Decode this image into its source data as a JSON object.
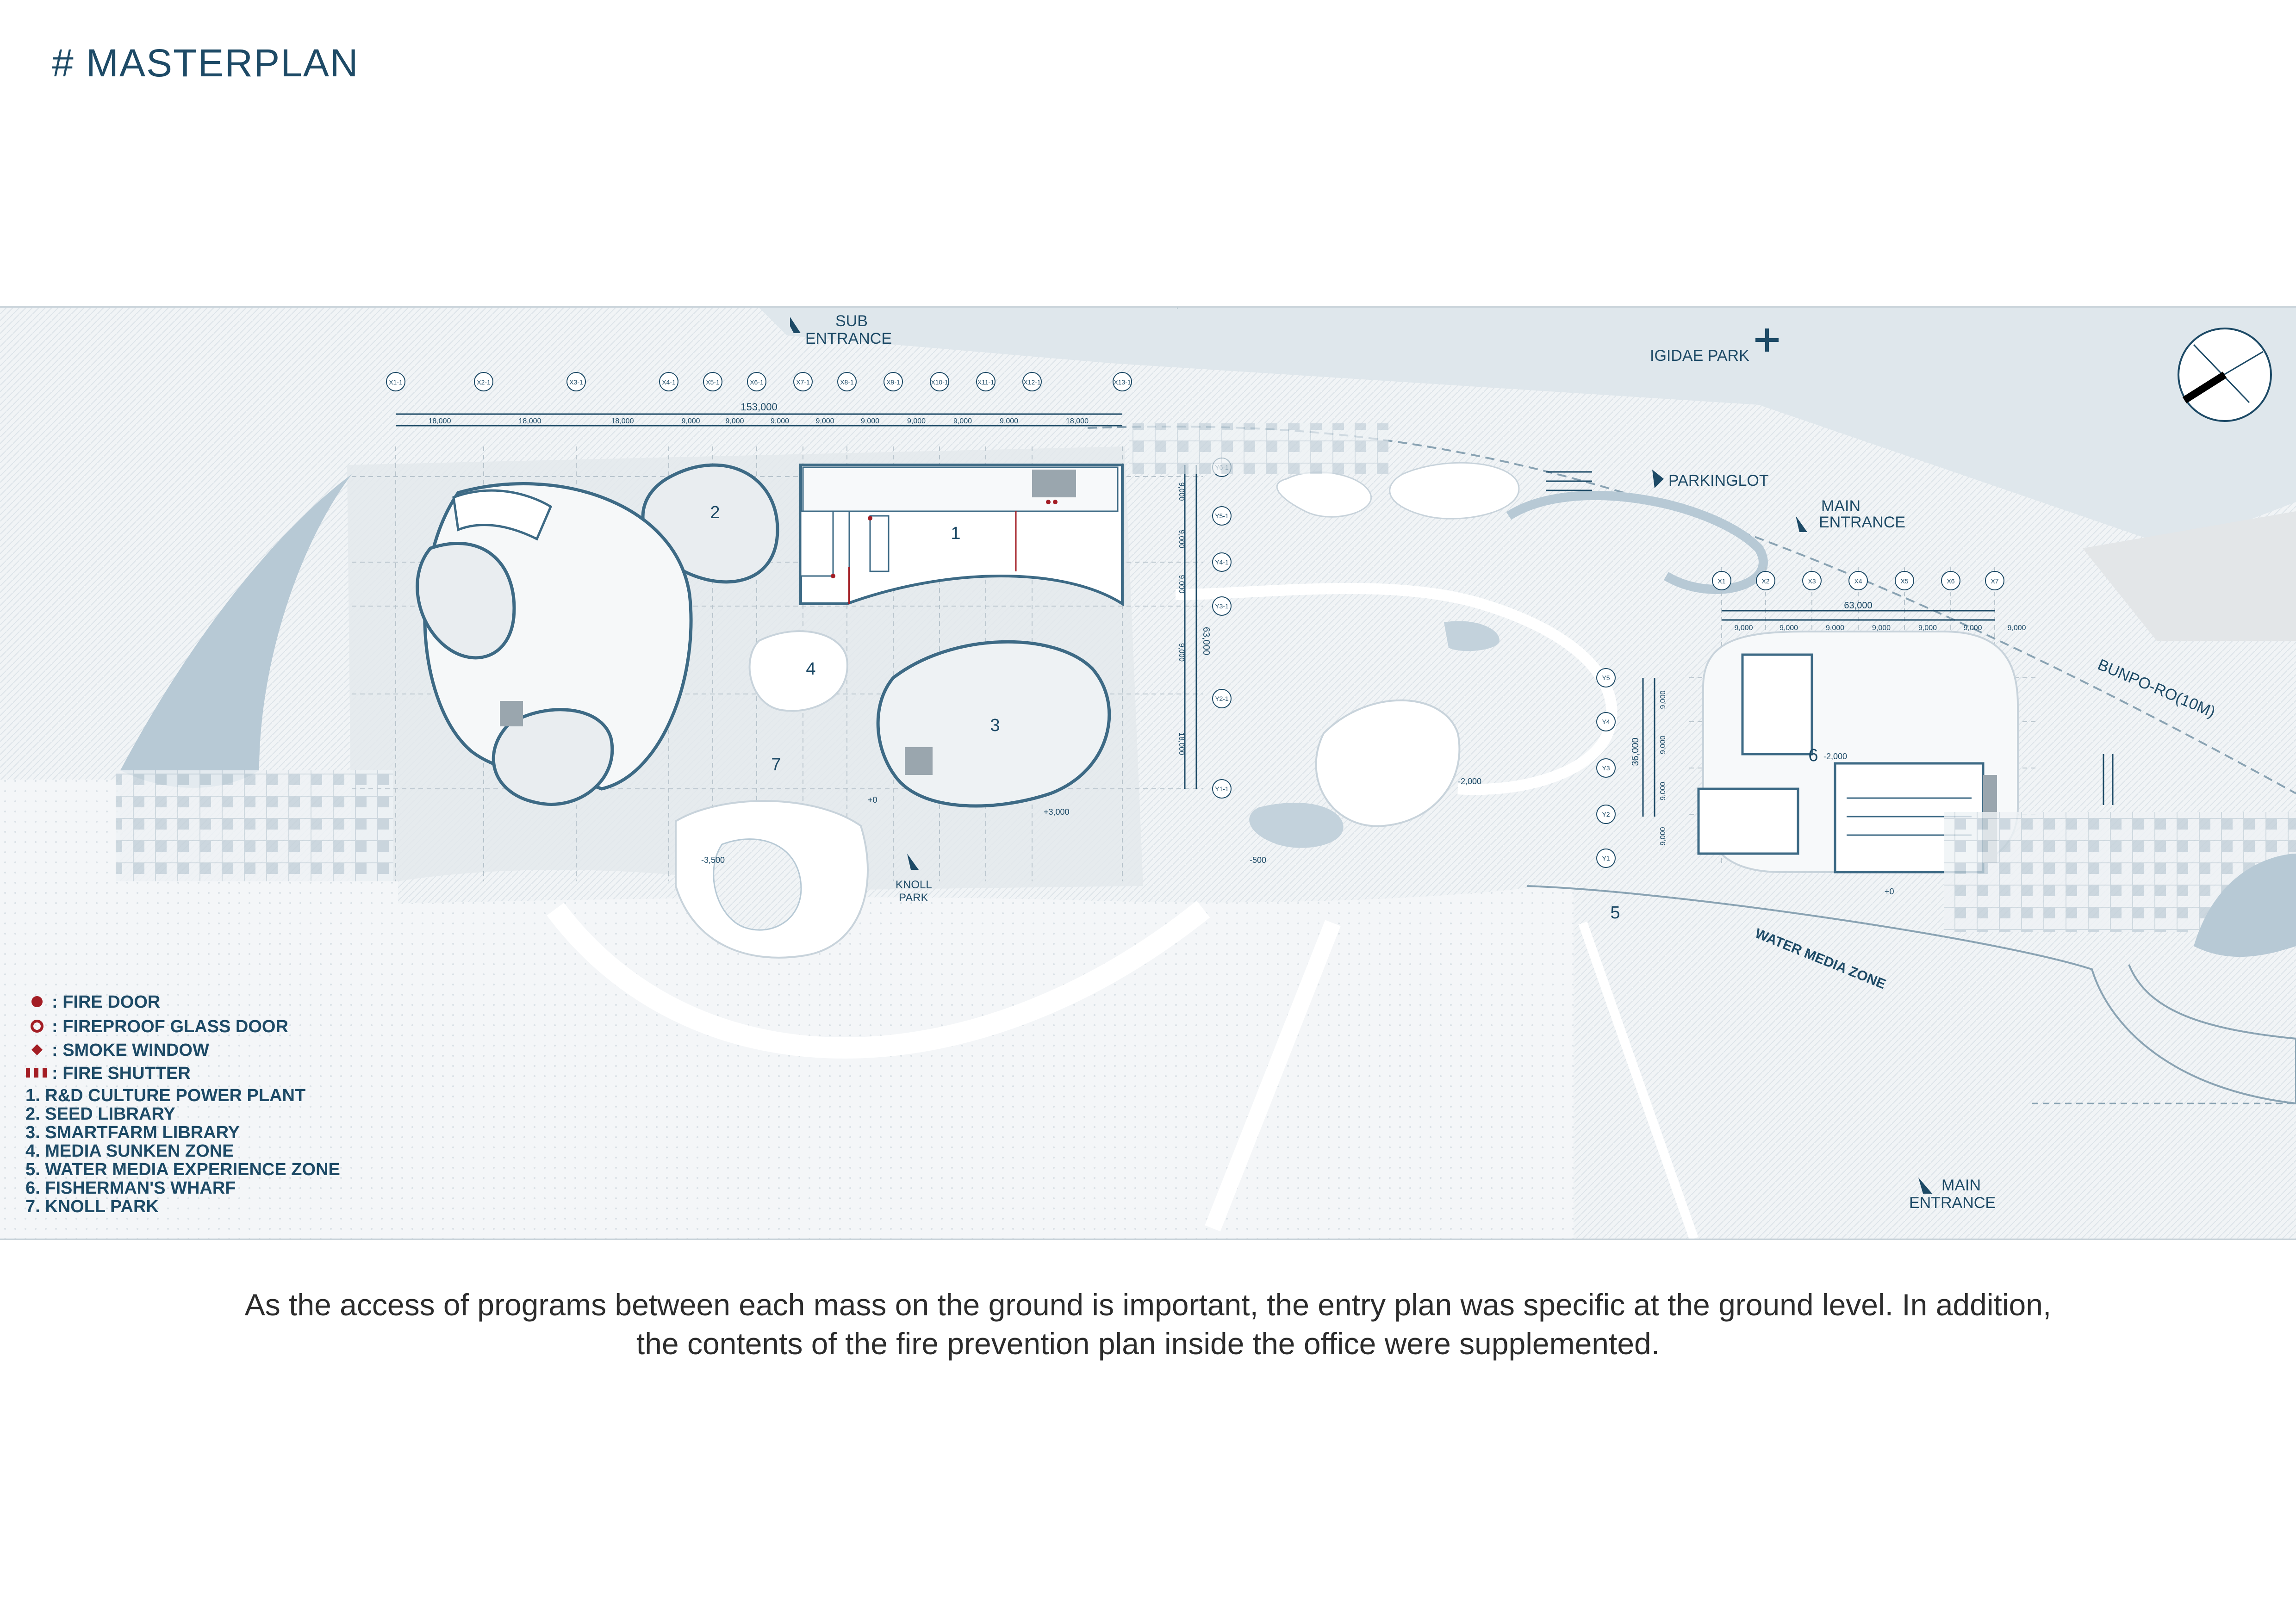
{
  "page": {
    "title": "# MASTERPLAN",
    "caption_lines": [
      "As the access of programs between each mass on the ground is important, the entry plan was specific at the ground level. In addition,",
      "the contents of the fire prevention plan inside the office were supplemented."
    ]
  },
  "plan": {
    "labels": {
      "sub_entrance_1": "SUB",
      "sub_entrance_2": "ENTRANCE",
      "igidae_park": "IGIDAE PARK",
      "parkinglot": "PARKINGLOT",
      "main_entrance_top_1": "MAIN",
      "main_entrance_top_2": "ENTRANCE",
      "bunpo_ro": "BUNPO-RO(10M)",
      "knoll_park_1": "KNOLL",
      "knoll_park_2": "PARK",
      "water_media_zone": "WATER MEDIA ZONE",
      "main_entrance_bottom_1": "MAIN",
      "main_entrance_bottom_2": "ENTRANCE"
    },
    "zone_numbers": [
      "1",
      "2",
      "3",
      "4",
      "5",
      "6",
      "7"
    ],
    "levels": [
      "+0",
      "+3,000",
      "-3,500",
      "-500",
      "-2,000",
      "-2,000",
      "+0"
    ],
    "grid_top": {
      "axis_labels": [
        "X1-1",
        "X2-1",
        "X3-1",
        "X4-1",
        "X5-1",
        "X6-1",
        "X7-1",
        "X8-1",
        "X9-1",
        "X10-1",
        "X11-1",
        "X12-1",
        "X13-1"
      ],
      "total": "153,000",
      "spans": [
        "18,000",
        "18,000",
        "18,000",
        "9,000",
        "9,000",
        "9,000",
        "9,000",
        "9,000",
        "9,000",
        "9,000",
        "9,000",
        "18,000"
      ]
    },
    "grid_right": {
      "axis_labels": [
        "X1",
        "X2",
        "X3",
        "X4",
        "X5",
        "X6",
        "X7"
      ],
      "total": "63,000",
      "spans": [
        "9,000",
        "9,000",
        "9,000",
        "9,000",
        "9,000",
        "9,000",
        "9,000"
      ],
      "row_labels": [
        "Y5",
        "Y4",
        "Y3",
        "Y2",
        "Y1"
      ],
      "row_total": "36,000",
      "row_spans": [
        "9,000",
        "9,000",
        "9,000",
        "9,000"
      ]
    },
    "grid_mid": {
      "row_labels": [
        "Y6-1",
        "Y5-1",
        "Y4-1",
        "Y3-1",
        "Y2-1",
        "Y1-1"
      ],
      "row_total": "63,000",
      "row_spans": [
        "9,000",
        "9,000",
        "9,000",
        "9,000",
        "18,000",
        "18,000"
      ]
    },
    "colors": {
      "line": "#3d6a85",
      "ground": "#f1f4f6",
      "water": "#c3d2dc",
      "fire": "#a31d24",
      "text": "#1d4a66"
    }
  },
  "legend": {
    "symbols": [
      {
        "icon": "fire-door-icon",
        "label": ": FIRE DOOR"
      },
      {
        "icon": "fireproof-glass-door-icon",
        "label": ": FIREPROOF GLASS DOOR"
      },
      {
        "icon": "smoke-window-icon",
        "label": ": SMOKE WINDOW"
      },
      {
        "icon": "fire-shutter-icon",
        "label": ": FIRE SHUTTER"
      }
    ],
    "programs": [
      "1. R&D CULTURE POWER PLANT",
      "2. SEED LIBRARY",
      "3. SMARTFARM LIBRARY",
      "4. MEDIA SUNKEN ZONE",
      "5. WATER MEDIA EXPERIENCE ZONE",
      "6. FISHERMAN'S WHARF",
      "7. KNOLL PARK"
    ]
  }
}
